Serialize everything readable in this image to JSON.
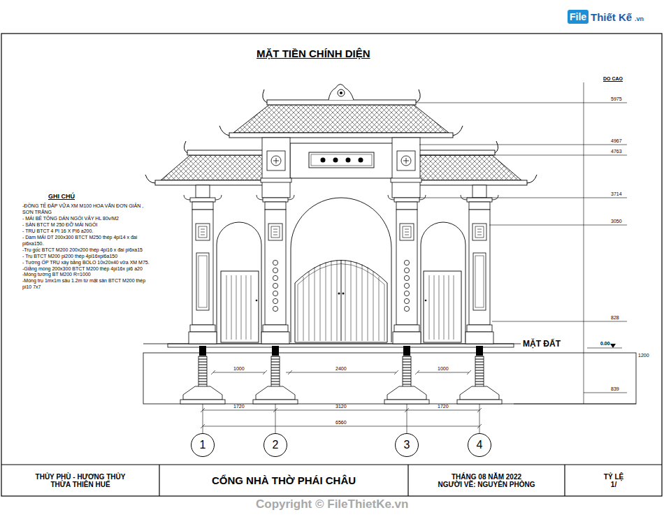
{
  "diagram": {
    "title": "MẶT TIỀN CHÍNH DIỆN",
    "nodes": [
      {
        "text": [
          "THỦY PHÙ - HƯƠNG THỦY THỪA THIÊN HUẾ"
        ]
      },
      {
        "text": [
          "CỔNG NHÀ THỜ PHÁI CHÂU"
        ]
      },
      {
        "text": [
          "THÁNG 08 NĂM 2022",
          "NGƯỜI VẼ: NGUYỄN PHÒNG"
        ]
      },
      {
        "text": [
          "TỶ LỆ",
          "1/"
        ]
      },
      {
        "text": [
          "1"
        ]
      },
      {
        "text": [
          "2"
        ]
      },
      {
        "text": [
          "3"
        ]
      },
      {
        "text": [
          "4"
        ]
      }
    ],
    "labels": [
      "File",
      "Thiết Kế",
      ".vn",
      "DO CAO",
      "5975",
      "4967",
      "4763",
      "3714",
      "3050",
      "828",
      "MẶT ĐẤT",
      "0.00",
      "1200",
      "839",
      "GHI CHÚ",
      "-ĐỒNG TẾ ĐẮP VỮA XM M100 HOA VĂN ĐƠN GIẢN , SƠN TRẮNG",
      "- MÁI BÊ TÔNG DÁN NGÓI VẢY HL 80v/M2",
      "- SÀN BTCT M 250 ĐỠ MÁI NGÓI",
      "- TRỤ BTCT 4 PI 16 X PI6 a200.",
      "- Dầm MÁI DT 200x300 BTCT M250 thép 4pi14 x đai pi6xa150.",
      "-Trụ gốc BTCT M200 200x200 thép 4pi16 x đai pi6xa15",
      "- Trụ BTCT M200 pi200 thép 4pi16xpi6a150",
      "- Tường ỐP TRỤ xây bằng BOLO 10x20x40 vữa XM M75.",
      "-Giằng móng 200x300 BTCT M200 thép 4pi16x pi6 a20",
      "-Móng tường BT M200 R=1000",
      "-Móng trụ 1mx1m sâu 1.2m từ mặt sân BTCT M200 thép pi10 7x7",
      "1000",
      "2400",
      "1000",
      "1720",
      "3120",
      "1720",
      "6560",
      "Copyright © FileThietKe.vn"
    ]
  }
}
